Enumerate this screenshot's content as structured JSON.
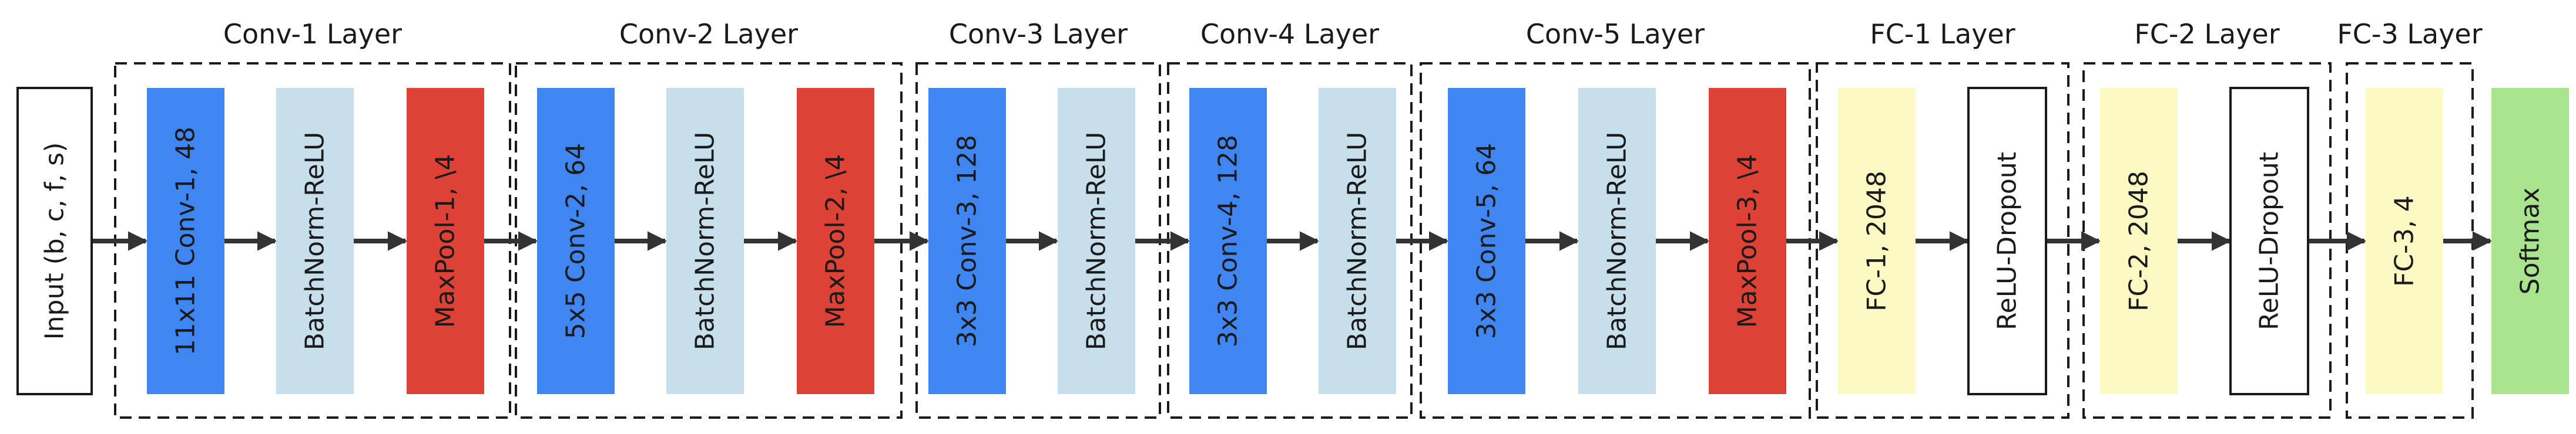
{
  "colors": {
    "conv": "#3F86F3",
    "bn": "#C7DFEA",
    "pool": "#DE4136",
    "fc": "#FDF9C3",
    "act": "#FFFFFF",
    "softmax": "#A9E38E",
    "text_dark": "#1a1a1a",
    "text_light": "#1a1a1a",
    "arrow": "#333333"
  },
  "input": {
    "label": "Input (b, c, f, s)",
    "kind": "act"
  },
  "groups": [
    {
      "title": "Conv-1 Layer",
      "blocks": [
        {
          "label": "11x11 Conv-1, 48",
          "kind": "conv"
        },
        {
          "label": "BatchNorm-ReLU",
          "kind": "bn"
        },
        {
          "label": "MaxPool-1, \\4",
          "kind": "pool"
        }
      ]
    },
    {
      "title": "Conv-2 Layer",
      "blocks": [
        {
          "label": "5x5 Conv-2, 64",
          "kind": "conv"
        },
        {
          "label": "BatchNorm-ReLU",
          "kind": "bn"
        },
        {
          "label": "MaxPool-2, \\4",
          "kind": "pool"
        }
      ]
    },
    {
      "title": "Conv-3 Layer",
      "blocks": [
        {
          "label": "3x3 Conv-3, 128",
          "kind": "conv"
        },
        {
          "label": "BatchNorm-ReLU",
          "kind": "bn"
        }
      ]
    },
    {
      "title": "Conv-4 Layer",
      "blocks": [
        {
          "label": "3x3 Conv-4, 128",
          "kind": "conv"
        },
        {
          "label": "BatchNorm-ReLU",
          "kind": "bn"
        }
      ]
    },
    {
      "title": "Conv-5 Layer",
      "blocks": [
        {
          "label": "3x3 Conv-5, 64",
          "kind": "conv"
        },
        {
          "label": "BatchNorm-ReLU",
          "kind": "bn"
        },
        {
          "label": "MaxPool-3, \\4",
          "kind": "pool"
        }
      ]
    },
    {
      "title": "FC-1 Layer",
      "blocks": [
        {
          "label": "FC-1, 2048",
          "kind": "fc"
        },
        {
          "label": "ReLU-Dropout",
          "kind": "act"
        }
      ]
    },
    {
      "title": "FC-2 Layer",
      "blocks": [
        {
          "label": "FC-2, 2048",
          "kind": "fc"
        },
        {
          "label": "ReLU-Dropout",
          "kind": "act"
        }
      ]
    },
    {
      "title": "FC-3 Layer",
      "blocks": [
        {
          "label": "FC-3, 4",
          "kind": "fc"
        }
      ]
    }
  ],
  "output": {
    "label": "Softmax",
    "kind": "softmax"
  }
}
